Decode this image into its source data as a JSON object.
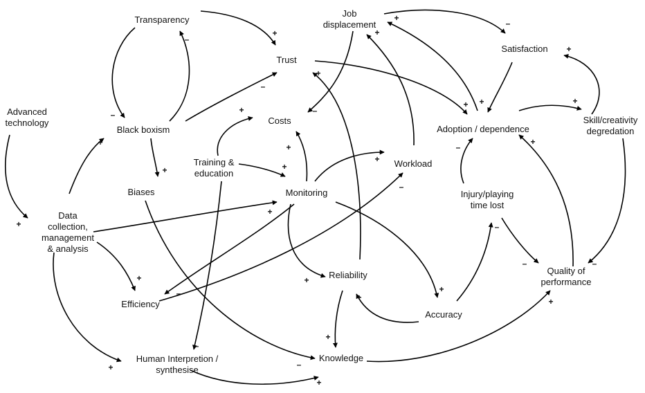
{
  "nodes": {
    "transparency": "Transparency",
    "trust": "Trust",
    "job_displacement": [
      "Job",
      "displacement"
    ],
    "satisfaction": "Satisfaction",
    "advanced_technology": [
      "Advanced",
      "technology"
    ],
    "black_boxism": "Black boxism",
    "costs": "Costs",
    "adoption_dependence": "Adoption / dependence",
    "skill_creativity_degredation": [
      "Skill/creativity",
      "degredation"
    ],
    "training_education": [
      "Training &",
      "education"
    ],
    "workload": "Workload",
    "biases": "Biases",
    "monitoring": "Monitoring",
    "injury_playing_time_lost": [
      "Injury/playing",
      "time lost"
    ],
    "data_collection": [
      "Data",
      "collection,",
      "management",
      "& analysis"
    ],
    "quality_of_performance": [
      "Quality of",
      "performance"
    ],
    "reliability": "Reliability",
    "efficiency": "Efficiency",
    "accuracy": "Accuracy",
    "human_interpretion": [
      "Human Interpretion /",
      "synthesise"
    ],
    "knowledge": "Knowledge"
  },
  "polarity": {
    "plus": "+",
    "minus": "–"
  },
  "colors": {
    "line": "#000000",
    "text": "#111111",
    "background": "#ffffff"
  }
}
